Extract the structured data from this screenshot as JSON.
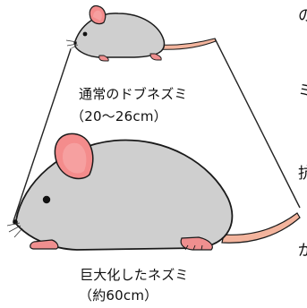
{
  "colors": {
    "fur": "#cfcfcf",
    "ear": "#f48c8c",
    "ear_inner": "#f6a0a0",
    "tail": "#f3b49d",
    "feet": "#ef8f8f",
    "outline": "#1a1a1a",
    "lines": "#222222"
  },
  "small_rat": {
    "name": "通常のドブネズミ",
    "size": "（20～26cm）"
  },
  "large_rat": {
    "name": "巨大化したネズミ",
    "size": "（約60cm）"
  },
  "left_edge_glyphs": [
    "の",
    "ミ",
    "抗",
    "が"
  ]
}
